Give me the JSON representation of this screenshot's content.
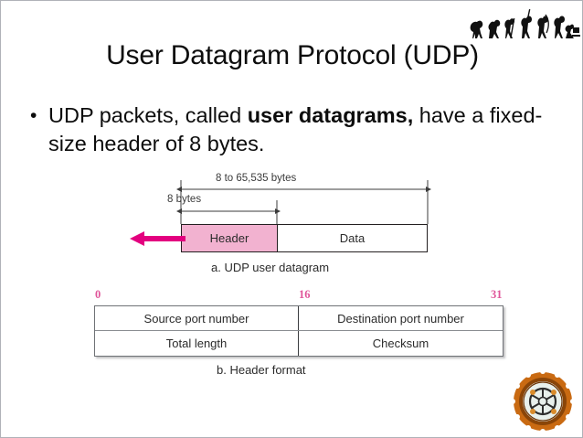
{
  "slide": {
    "title": "User Datagram Protocol (UDP)",
    "bullet": {
      "marker": "•",
      "text_before": "UDP packets, called ",
      "text_bold": "user datagrams,",
      "text_after": " have a fixed-size header of 8 bytes."
    }
  },
  "figure_a": {
    "total_length_label": "8 to 65,535 bytes",
    "header_length_label": "8 bytes",
    "header_cell": "Header",
    "data_cell": "Data",
    "caption": "a. UDP user datagram"
  },
  "figure_b": {
    "bit_marks": [
      "0",
      "16",
      "31"
    ],
    "rows": [
      [
        "Source port number",
        "Destination port number"
      ],
      [
        "Total length",
        "Checksum"
      ]
    ],
    "caption": "b. Header format"
  },
  "decorations": {
    "evolution_graphic": "evolution-of-man-graphic",
    "college_seal": "college-of-engineering-seal"
  },
  "colors": {
    "header_fill": "#f2b2d0",
    "arrow_pink": "#e3007f",
    "bit_number": "#e0569a",
    "seal_orange": "#d4761a",
    "text": "#0d0d0d"
  }
}
